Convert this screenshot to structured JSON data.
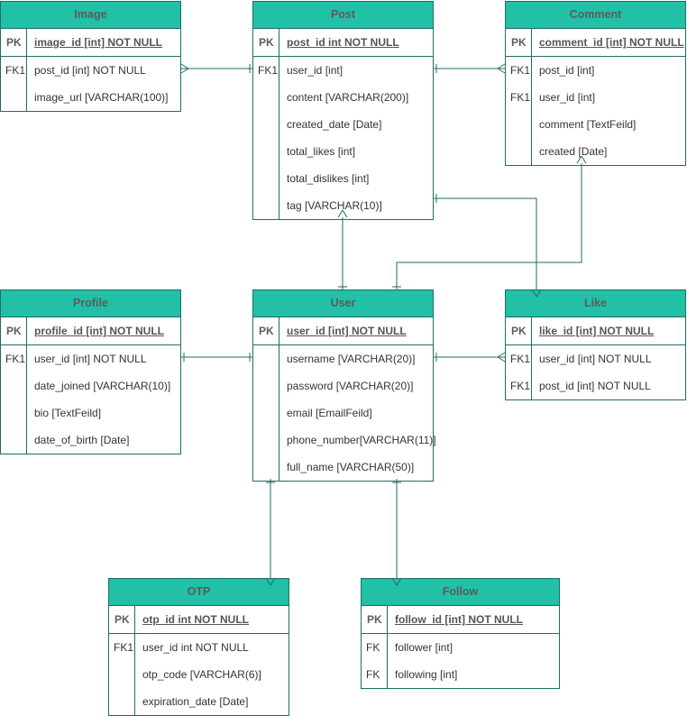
{
  "tables": {
    "image": {
      "title": "Image",
      "rows": [
        {
          "key": "PK",
          "field": "image_id [int] NOT NULL"
        },
        {
          "key": "FK1",
          "field": "post_id [int] NOT NULL"
        },
        {
          "key": "",
          "field": "image_url [VARCHAR(100)]"
        }
      ]
    },
    "post": {
      "title": "Post",
      "rows": [
        {
          "key": "PK",
          "field": "post_id int NOT NULL"
        },
        {
          "key": "FK1",
          "field": "user_id [int]"
        },
        {
          "key": "",
          "field": "content [VARCHAR(200)]"
        },
        {
          "key": "",
          "field": "created_date [Date]"
        },
        {
          "key": "",
          "field": "total_likes [int]"
        },
        {
          "key": "",
          "field": "total_dislikes [int]"
        },
        {
          "key": "",
          "field": "tag [VARCHAR(10)]"
        }
      ]
    },
    "comment": {
      "title": "Comment",
      "rows": [
        {
          "key": "PK",
          "field": "comment_id [int] NOT NULL"
        },
        {
          "key": "FK1",
          "field": "post_id [int]"
        },
        {
          "key": "FK1",
          "field": "user_id [int]"
        },
        {
          "key": "",
          "field": "comment [TextFeild]"
        },
        {
          "key": "",
          "field": "created [Date]"
        }
      ]
    },
    "profile": {
      "title": "Profile",
      "rows": [
        {
          "key": "PK",
          "field": "profile_id [int] NOT NULL"
        },
        {
          "key": "FK1",
          "field": "user_id [int] NOT NULL"
        },
        {
          "key": "",
          "field": "date_joined [VARCHAR(10)]"
        },
        {
          "key": "",
          "field": "bio [TextFeild]"
        },
        {
          "key": "",
          "field": "date_of_birth [Date]"
        }
      ]
    },
    "user": {
      "title": "User",
      "rows": [
        {
          "key": "PK",
          "field": "user_id [int] NOT NULL"
        },
        {
          "key": "",
          "field": "username [VARCHAR(20)]"
        },
        {
          "key": "",
          "field": "password [VARCHAR(20)]"
        },
        {
          "key": "",
          "field": "email [EmailFeild]"
        },
        {
          "key": "",
          "field": "phone_number[VARCHAR(11)]"
        },
        {
          "key": "",
          "field": "full_name [VARCHAR(50)]"
        }
      ]
    },
    "like": {
      "title": "Like",
      "rows": [
        {
          "key": "PK",
          "field": "like_id [int] NOT NULL"
        },
        {
          "key": "FK1",
          "field": "user_id [int] NOT NULL"
        },
        {
          "key": "FK1",
          "field": "post_id [int] NOT NULL"
        }
      ]
    },
    "otp": {
      "title": "OTP",
      "rows": [
        {
          "key": "PK",
          "field": "otp_id int NOT NULL"
        },
        {
          "key": "FK1",
          "field": "user_id int NOT NULL"
        },
        {
          "key": "",
          "field": "otp_code [VARCHAR(6)]"
        },
        {
          "key": "",
          "field": "expiration_date [Date]"
        }
      ]
    },
    "follow": {
      "title": "Follow",
      "rows": [
        {
          "key": "PK",
          "field": "follow_id [int] NOT NULL"
        },
        {
          "key": "FK",
          "field": "follower [int]"
        },
        {
          "key": "FK",
          "field": "following [int]"
        }
      ]
    }
  },
  "colors": {
    "header_fill": "#22c0a6",
    "border": "#1f6e63",
    "header_text": "#5c5c5c"
  }
}
